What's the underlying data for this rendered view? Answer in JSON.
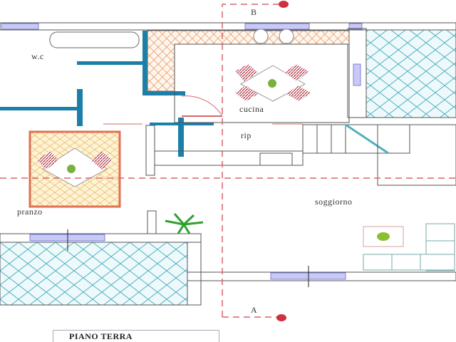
{
  "title": "PIANO TERRA",
  "rooms": {
    "wc": "w.c",
    "cucina": "cucina",
    "rip": "rip",
    "pranzo": "pranzo",
    "soggiorno": "soggiorno"
  },
  "section_marks": {
    "top": "B",
    "bottom": "A"
  },
  "colors": {
    "wall": "#1b7fa8",
    "section_line": "#d9646e",
    "window": "#7b7fe0",
    "hatch_pool": "#4fb0c0",
    "hatch_floor": "#e9a070"
  }
}
